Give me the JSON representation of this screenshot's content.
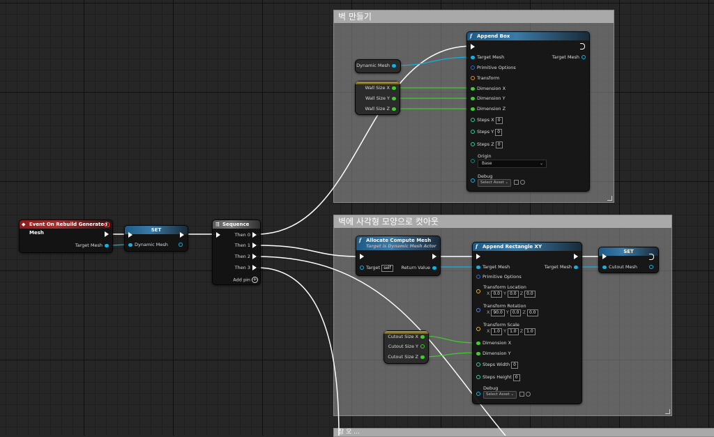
{
  "comments": {
    "wall": "벽 만들기",
    "cutout": "벽에 사각형 모양으로 컷아웃",
    "bottom": "창 오 ..."
  },
  "event_node": {
    "title": "Event On Rebuild Generated Mesh",
    "pin_target_mesh": "Target Mesh"
  },
  "set_node_1": {
    "title": "SET",
    "pin_dynamic_mesh": "Dynamic Mesh"
  },
  "sequence_node": {
    "title": "Sequence",
    "pins": [
      "Then 0",
      "Then 1",
      "Then 2",
      "Then 3"
    ],
    "add_pin": "Add pin"
  },
  "append_box": {
    "title": "Append Box",
    "pin_target_mesh": "Target Mesh",
    "pin_primitive_options": "Primitive Options",
    "pin_transform": "Transform",
    "pin_dim_x": "Dimension X",
    "pin_dim_y": "Dimension Y",
    "pin_dim_z": "Dimension Z",
    "pin_steps_x": "Steps X",
    "steps_x_value": "0",
    "pin_steps_y": "Steps Y",
    "steps_y_value": "0",
    "pin_steps_z": "Steps Z",
    "steps_z_value": "0",
    "pin_origin": "Origin",
    "origin_value": "Base",
    "pin_debug": "Debug",
    "debug_value": "Select Asset",
    "out_target_mesh": "Target Mesh"
  },
  "var_dynamic_mesh": "Dynamic Mesh",
  "var_wall": {
    "x": "Wall Size X",
    "y": "Wall Size Y",
    "z": "Wall Size Z"
  },
  "allocate_node": {
    "title": "Allocate Compute Mesh",
    "subtitle": "Target is Dynamic Mesh Actor",
    "pin_target": "Target",
    "target_value": "self",
    "out_return": "Return Value"
  },
  "append_rect": {
    "title": "Append Rectangle XY",
    "pin_target_mesh": "Target Mesh",
    "out_target_mesh": "Target Mesh",
    "pin_primitive_options": "Primitive Options",
    "pin_location": "Transform Location",
    "location": {
      "x": "0.0",
      "y": "0.0",
      "z": "0.0"
    },
    "pin_rotation": "Transform Rotation",
    "rotation": {
      "x": "90.0",
      "y": "0.0",
      "z": "0.0"
    },
    "pin_scale": "Transform Scale",
    "scale": {
      "x": "1.0",
      "y": "1.0",
      "z": "1.0"
    },
    "pin_dim_x": "Dimension X",
    "pin_dim_y": "Dimension Y",
    "pin_steps_width": "Steps Width",
    "steps_width_value": "0",
    "pin_steps_height": "Steps Height",
    "steps_height_value": "0",
    "pin_debug": "Debug",
    "debug_value": "Select Asset",
    "label_x": "X",
    "label_y": "Y",
    "label_z": "Z"
  },
  "var_cutout": {
    "x": "Cutout Size X",
    "y": "Cutout Size Y",
    "z": "Cutout Size Z"
  },
  "set_node_2": {
    "title": "SET",
    "pin_cutout_mesh": "Cutout Mesh"
  },
  "colors": {
    "mesh_pin": "#0fb3e8",
    "float_pin": "#3fcf2a",
    "transform_pin": "#f08a1a",
    "int_pin": "#2ad1a0",
    "exec_wire": "#ffffff"
  }
}
